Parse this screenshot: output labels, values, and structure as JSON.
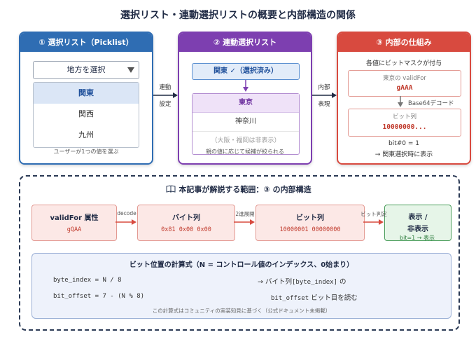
{
  "title": "選択リスト・連動選択リストの概要と内部構造の関係",
  "panel1": {
    "header": "① 選択リスト（Picklist）",
    "select_label": "地方を選択",
    "options": [
      "関東",
      "関西",
      "九州"
    ],
    "caption": "ユーザーが1つの値を選ぶ"
  },
  "connector1": {
    "line1": "連動",
    "line2": "設定"
  },
  "panel2": {
    "header": "② 連動選択リスト",
    "parent_selected": "関東 ✓（選択済み）",
    "child_items": [
      "東京",
      "神奈川",
      "（大阪・福岡は非表示）"
    ],
    "caption": "親の値に応じて候補が絞られる"
  },
  "connector2": {
    "line1": "内部",
    "line2": "表現"
  },
  "panel3": {
    "header": "③ 内部の仕組み",
    "intro": "各値にビットマスクが付与",
    "validfor_label": "東京の validFor",
    "validfor_value": "gAAA",
    "decode_label": "Base64デコード",
    "bits_label": "ビット列",
    "bits_value": "10000000...",
    "result_line1": "bit#0 = 1",
    "result_line2": "→ 関東選択時に表示"
  },
  "section": {
    "title": "本記事が解説する範囲：③ の内部構造",
    "icon": "book-icon"
  },
  "flow": {
    "box1": {
      "title": "validFor 属性",
      "value": "gQAA"
    },
    "label1": "decode",
    "box2": {
      "title": "バイト列",
      "value": "0x81 0x00 0x00"
    },
    "label2": "2進展開",
    "box3": {
      "title": "ビット列",
      "value": "10000001 00000000"
    },
    "label3": "ビット判定",
    "box4": {
      "title_line1": "表示 /",
      "title_line2": "非表示",
      "note": "bit=1 → 表示"
    }
  },
  "formula": {
    "title": "ビット位置の計算式（N = コントロール値のインデックス、0始まり）",
    "line1_code": "byte_index = N / 8",
    "line2_code": "bit_offset = 7 - (N % 8)",
    "line1_note_prefix": "→ バイト列",
    "line1_note_code": "[byte_index]",
    "line1_note_suffix": " の",
    "line2_note_code": "bit_offset",
    "line2_note_suffix": " ビット目を読む",
    "footnote": "この計算式はコミュニティの実装知見に基づく（公式ドキュメント未掲載）"
  },
  "colors": {
    "blue": "#2f6db3",
    "purple": "#7d3fb0",
    "red": "#d84a3f",
    "green": "#4a9d5b",
    "navy": "#1f2a44"
  }
}
